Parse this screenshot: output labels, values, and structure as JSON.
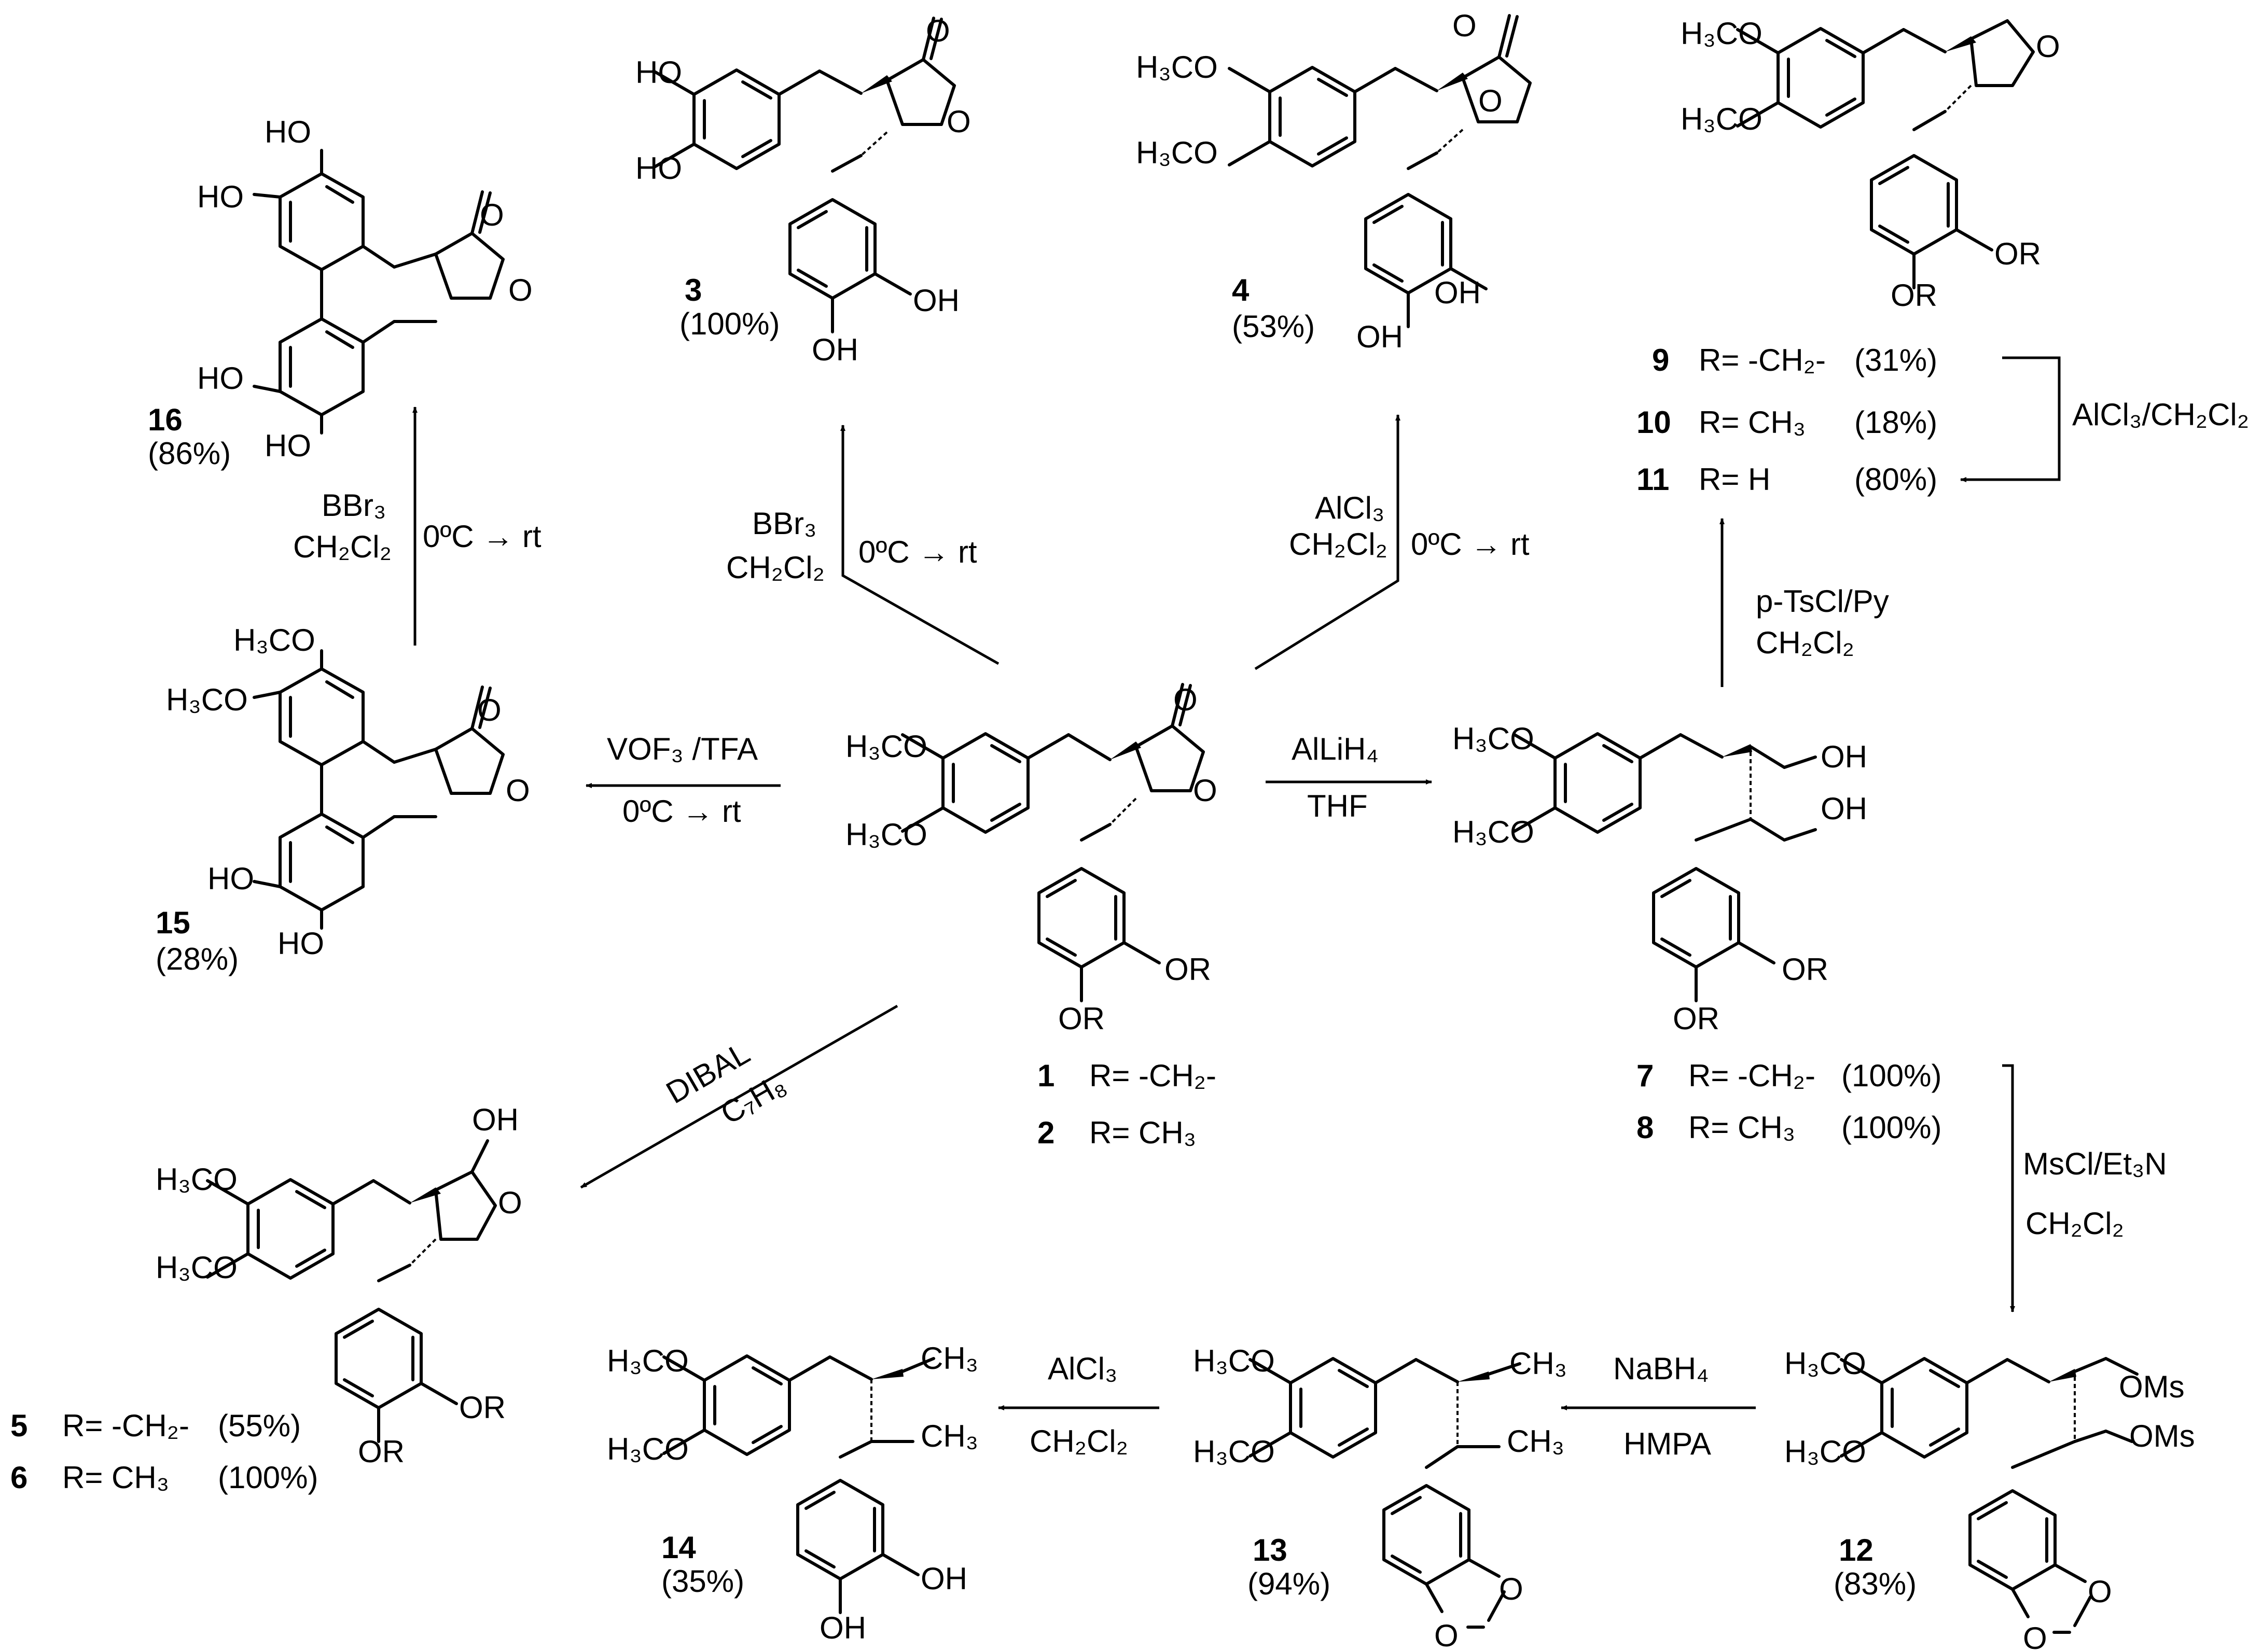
{
  "compounds": {
    "c1": {
      "num": "1",
      "r": "R= -CH₂-"
    },
    "c2": {
      "num": "2",
      "r": "R= CH₃"
    },
    "c3": {
      "num": "3",
      "yield": "(100%)"
    },
    "c4": {
      "num": "4",
      "yield": "(53%)"
    },
    "c5": {
      "num": "5",
      "r": "R= -CH₂-",
      "yield": "(55%)"
    },
    "c6": {
      "num": "6",
      "r": "R= CH₃",
      "yield": "(100%)"
    },
    "c7": {
      "num": "7",
      "r": "R= -CH₂-",
      "yield": "(100%)"
    },
    "c8": {
      "num": "8",
      "r": "R= CH₃",
      "yield": "(100%)"
    },
    "c9": {
      "num": "9",
      "r": "R= -CH₂-",
      "yield": "(31%)"
    },
    "c10": {
      "num": "10",
      "r": "R= CH₃",
      "yield": "(18%)"
    },
    "c11": {
      "num": "11",
      "r": "R= H",
      "yield": "(80%)"
    },
    "c12": {
      "num": "12",
      "yield": "(83%)"
    },
    "c13": {
      "num": "13",
      "yield": "(94%)"
    },
    "c14": {
      "num": "14",
      "yield": "(35%)"
    },
    "c15": {
      "num": "15",
      "yield": "(28%)"
    },
    "c16": {
      "num": "16",
      "yield": "(86%)"
    }
  },
  "reagents": {
    "to3": {
      "line1": "BBr₃",
      "line2": "CH₂Cl₂",
      "cond": "0ºC → rt"
    },
    "to4": {
      "line1": "AlCl₃",
      "line2": "CH₂Cl₂",
      "cond": "0ºC → rt"
    },
    "to15": {
      "line1": "VOF₃ /TFA",
      "cond": "0ºC → rt"
    },
    "to16": {
      "line1": "BBr₃",
      "line2": "CH₂Cl₂",
      "cond": "0ºC → rt"
    },
    "to7": {
      "line1": "AlLiH₄",
      "line2": "THF"
    },
    "to9": {
      "line1": "p-TsCl/Py",
      "line2": "CH₂Cl₂"
    },
    "to11": {
      "line1": "AlCl₃/CH₂Cl₂"
    },
    "to12": {
      "line1": "MsCl/Et₃N",
      "line2": "CH₂Cl₂"
    },
    "to13": {
      "line1": "NaBH₄",
      "line2": "HMPA"
    },
    "to14": {
      "line1": "AlCl₃",
      "line2": "CH₂Cl₂"
    },
    "to5": {
      "line1": "DIBAL",
      "line2": "C₇H₈"
    }
  },
  "groups": {
    "h3co": "H₃CO",
    "oh": "OH",
    "ho": "HO",
    "or": "OR",
    "o": "O",
    "ch3": "CH₃",
    "oms": "OMs"
  }
}
